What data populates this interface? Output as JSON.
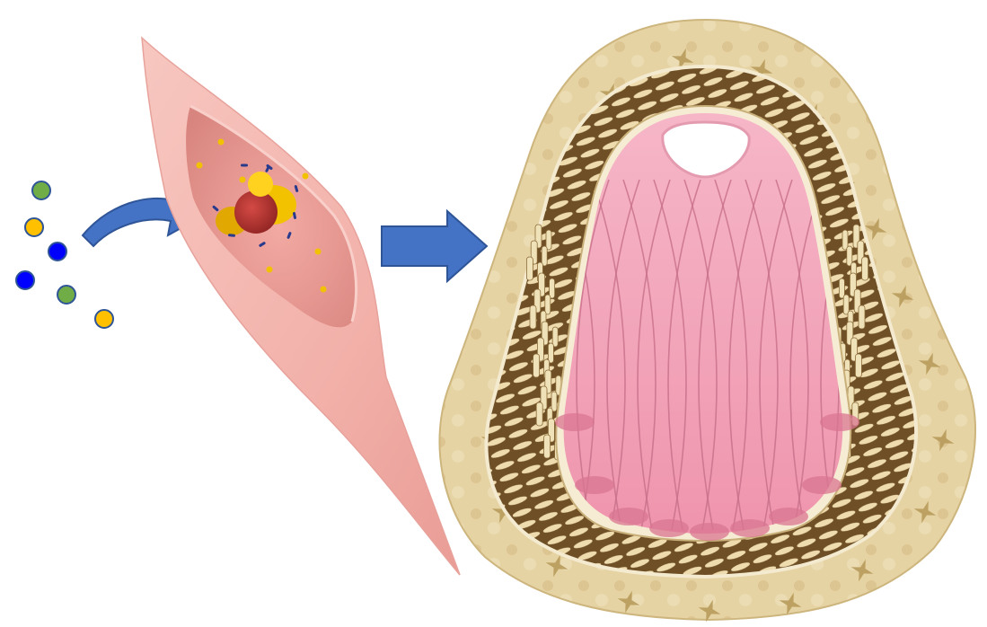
{
  "figure": {
    "particles": [
      {
        "color": "#70ad47"
      },
      {
        "color": "#ffc000"
      },
      {
        "color": "#0000ff"
      },
      {
        "color": "#0000ff"
      },
      {
        "color": "#70ad47"
      },
      {
        "color": "#ffc000"
      }
    ],
    "colors": {
      "arrow_fill": "#4472c4",
      "arrow_stroke": "#2f5597",
      "cell_membrane": "#f4b8b0",
      "cell_interior": "#e89a93",
      "nucleus": "#b0302e",
      "granules": "#f2c200",
      "lumen": "#f3a7bd",
      "lumen_lines": "#c76f89",
      "adventitia": "#e6d3a3",
      "media": "#7a5a2e",
      "fibers": "#f0e2b8"
    },
    "icons": [
      "curved-arrow",
      "right-arrow",
      "smooth-muscle-cell",
      "blood-vessel-cross-section"
    ]
  }
}
